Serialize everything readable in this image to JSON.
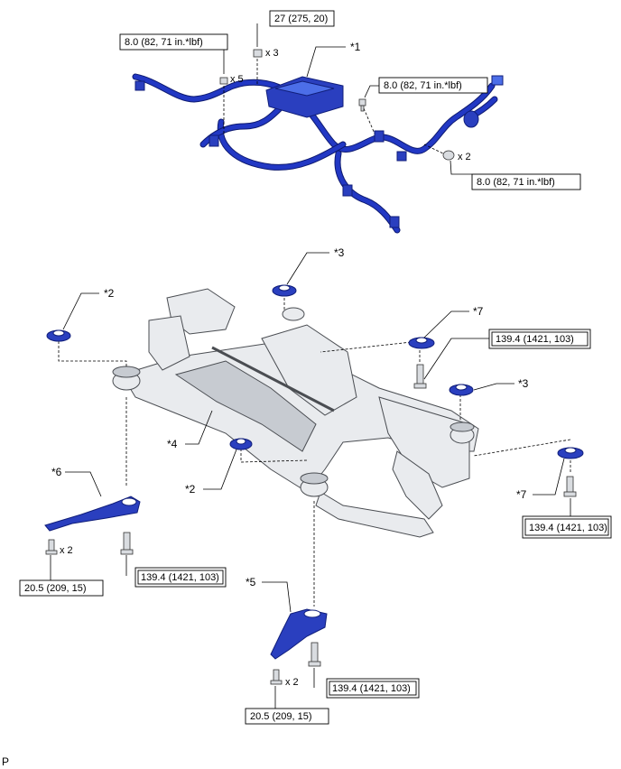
{
  "callouts": {
    "c1": "*1",
    "c2a": "*2",
    "c2b": "*2",
    "c3a": "*3",
    "c3b": "*3",
    "c4": "*4",
    "c5": "*5",
    "c6": "*6",
    "c7a": "*7",
    "c7b": "*7"
  },
  "torques": {
    "t_harness_left": "8.0 (82, 71 in.*lbf)",
    "t_top_nut": "27 (275, 20)",
    "t_harness_right_top": "8.0 (82, 71 in.*lbf)",
    "t_harness_right_bottom": "8.0 (82, 71 in.*lbf)",
    "t_7_upper": "139.4 (1421, 103)",
    "t_7_lower": "139.4 (1421, 103)",
    "t_6_bolt": "139.4 (1421, 103)",
    "t_6_small": "20.5 (209, 15)",
    "t_5_bolt": "139.4 (1421, 103)",
    "t_5_small": "20.5 (209, 15)"
  },
  "quantities": {
    "q_top": "x 3",
    "q_left": "x 5",
    "q_right": "x 2",
    "q_6": "x 2",
    "q_5": "x 2"
  },
  "footer_code": "P",
  "colors": {
    "part_blue": "#2a3fbf",
    "frame_gray": "#e9ebee",
    "outline": "#4a4d52"
  }
}
